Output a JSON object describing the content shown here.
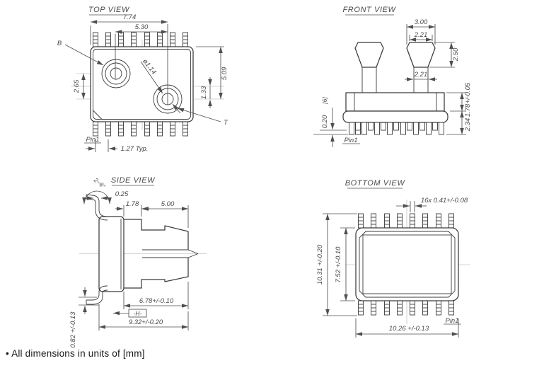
{
  "colors": {
    "background": "#ffffff",
    "object_line": "#3a3a3a",
    "dimension_line": "#4f4f4f",
    "text": "#4a4a4a",
    "centerline": "#c6c6c6"
  },
  "note": "• All dimensions in units of [mm]",
  "top_view": {
    "title": "TOP VIEW",
    "dims": {
      "overall_width": "7.74",
      "port_spacing": "5.30",
      "port_offset_y": "2.65",
      "body_to_port": "5.09",
      "center_to_port": "1.33",
      "hole_diameter": "ø1.14",
      "pin_pitch": "1.27 Typ."
    },
    "labels": {
      "port_b": "B",
      "port_t": "T",
      "pin1": "Pin1"
    }
  },
  "front_view": {
    "title": "FRONT VIEW",
    "dims": {
      "barb_outer_width": "3.00",
      "barb_top_width": "2.21",
      "barb_height": "2.50",
      "stem_width": "2.21",
      "upper_body_height": "1.78+/-0.05",
      "body_height": "2.34",
      "standoff": "0.20",
      "standoff_ref": "[6]"
    },
    "labels": {
      "pin1": "Pin1"
    }
  },
  "side_view": {
    "title": "SIDE VIEW",
    "dims": {
      "lead_angle": "2~6°",
      "lead_thickness": "0.25",
      "flange_width": "1.78",
      "port_length": "5.00",
      "port_total_length": "6.78+/-0.10",
      "overall_length": "9.32+/-0.20",
      "lead_height": "0.82 +/-0.13"
    },
    "labels": {
      "datum_h": "-H-"
    }
  },
  "bottom_view": {
    "title": "BOTTOM VIEW",
    "dims": {
      "lead_width": "16x 0.41+/-0.08",
      "overall_height": "10.31 +/-0.20",
      "body_height": "7.52 +/-0.10",
      "overall_width": "10.26 +/-0.13"
    },
    "labels": {
      "pin1": "Pin1"
    }
  }
}
